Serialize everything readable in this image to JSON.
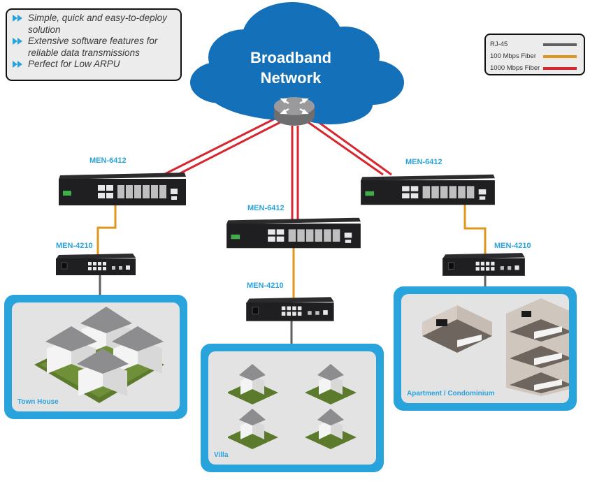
{
  "features": {
    "items": [
      {
        "icon": "double-arrow-bullet-icon",
        "text": "Simple, quick and easy-to-deploy solution"
      },
      {
        "icon": "double-arrow-bullet-icon",
        "text": "Extensive software features for reliable data transmissions"
      },
      {
        "icon": "double-arrow-bullet-icon",
        "text": "Perfect for Low ARPU"
      }
    ]
  },
  "legend": {
    "items": [
      {
        "label": "RJ-45",
        "color": "#5f5f61"
      },
      {
        "label": "100 Mbps Fiber",
        "color": "#e0951d"
      },
      {
        "label": "1000 Mbps Fiber",
        "color": "#d6262f"
      }
    ]
  },
  "cloud": {
    "line1": "Broadband",
    "line2": "Network",
    "color": "#1370b9",
    "router_icon": "router-icon"
  },
  "devices": {
    "left_aggregation": "MEN-6412",
    "center_aggregation": "MEN-6412",
    "right_aggregation": "MEN-6412",
    "left_access": "MEN-4210",
    "center_access": "MEN-4210",
    "right_access": "MEN-4210"
  },
  "sites": {
    "town_house": "Town House",
    "villa": "Villa",
    "apartment": "Apartment / Condominium",
    "accent": "#29a3dc"
  }
}
